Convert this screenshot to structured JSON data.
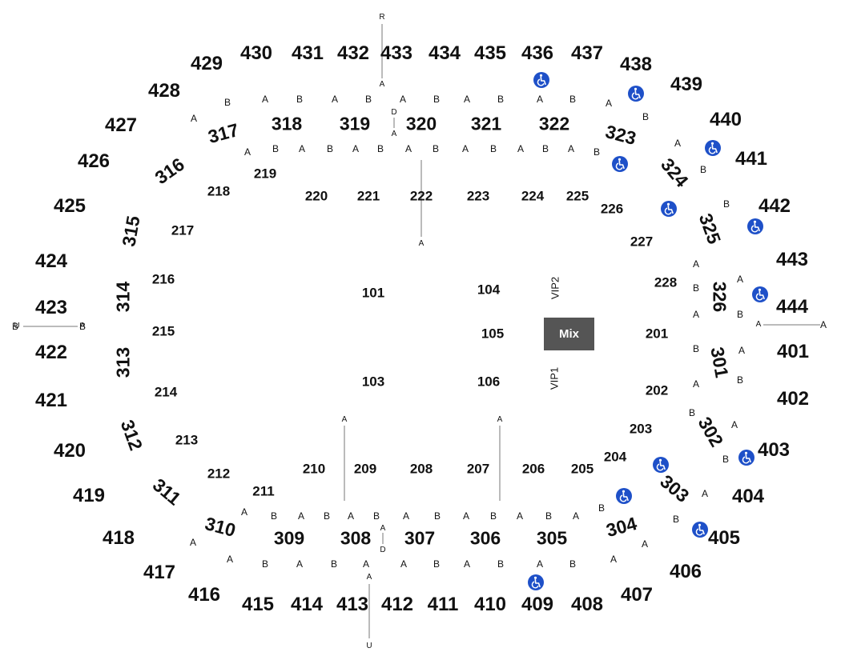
{
  "sections_400": [
    "401",
    "402",
    "403",
    "404",
    "405",
    "406",
    "407",
    "408",
    "409",
    "410",
    "411",
    "412",
    "413",
    "414",
    "415",
    "416",
    "417",
    "418",
    "419",
    "420",
    "421",
    "422",
    "423",
    "424",
    "425",
    "426",
    "427",
    "428",
    "429",
    "430",
    "431",
    "432",
    "433",
    "434",
    "435",
    "436",
    "437",
    "438",
    "439",
    "440",
    "441",
    "442",
    "443",
    "444"
  ],
  "sections_300": [
    "301",
    "302",
    "303",
    "304",
    "305",
    "306",
    "307",
    "308",
    "309",
    "310",
    "311",
    "312",
    "313",
    "314",
    "315",
    "316",
    "317",
    "318",
    "319",
    "320",
    "321",
    "322",
    "323",
    "324",
    "325",
    "326"
  ],
  "sections_200": [
    "201",
    "202",
    "203",
    "204",
    "205",
    "206",
    "207",
    "208",
    "209",
    "210",
    "211",
    "212",
    "213",
    "214",
    "215",
    "216",
    "217",
    "218",
    "219",
    "220",
    "221",
    "222",
    "223",
    "224",
    "225",
    "226",
    "227",
    "228"
  ],
  "sections_100": [
    "101",
    "103",
    "104",
    "105",
    "106"
  ],
  "stage": {
    "mix": "Mix",
    "vip1": "VIP1",
    "vip2": "VIP2"
  },
  "row_labels": {
    "upper": [
      "B",
      "A",
      "B",
      "A",
      "B",
      "A",
      "B",
      "A",
      "B",
      "A",
      "B",
      "A",
      "B",
      "A",
      "A",
      "B"
    ],
    "upper_inner": [
      "A",
      "B",
      "A",
      "B",
      "A",
      "B",
      "A",
      "B",
      "A",
      "B",
      "A",
      "B",
      "A",
      "B"
    ],
    "lower": [
      "A",
      "B",
      "A",
      "B",
      "A",
      "B",
      "A",
      "B",
      "A",
      "B",
      "A",
      "B"
    ],
    "lower_outer": [
      "A",
      "B",
      "A",
      "B",
      "A",
      "A",
      "B",
      "A",
      "B",
      "A",
      "B",
      "A"
    ],
    "right_side": [
      "B",
      "A",
      "A",
      "B",
      "A",
      "B",
      "B",
      "A",
      "A",
      "B",
      "B",
      "A",
      "A",
      "B",
      "A",
      "B",
      "A",
      "B"
    ],
    "left_side": [
      "A",
      "B",
      "B",
      "A"
    ]
  },
  "aisle_letters": [
    "R",
    "A",
    "D",
    "A",
    "A",
    "A",
    "A",
    "A",
    "D",
    "A",
    "U",
    "U",
    "A",
    "A"
  ],
  "accessible_icons": [
    "wheelchair-icon"
  ],
  "colors": {
    "accessible": "#1e50c8",
    "mix_booth": "#555555",
    "text": "#111111"
  }
}
